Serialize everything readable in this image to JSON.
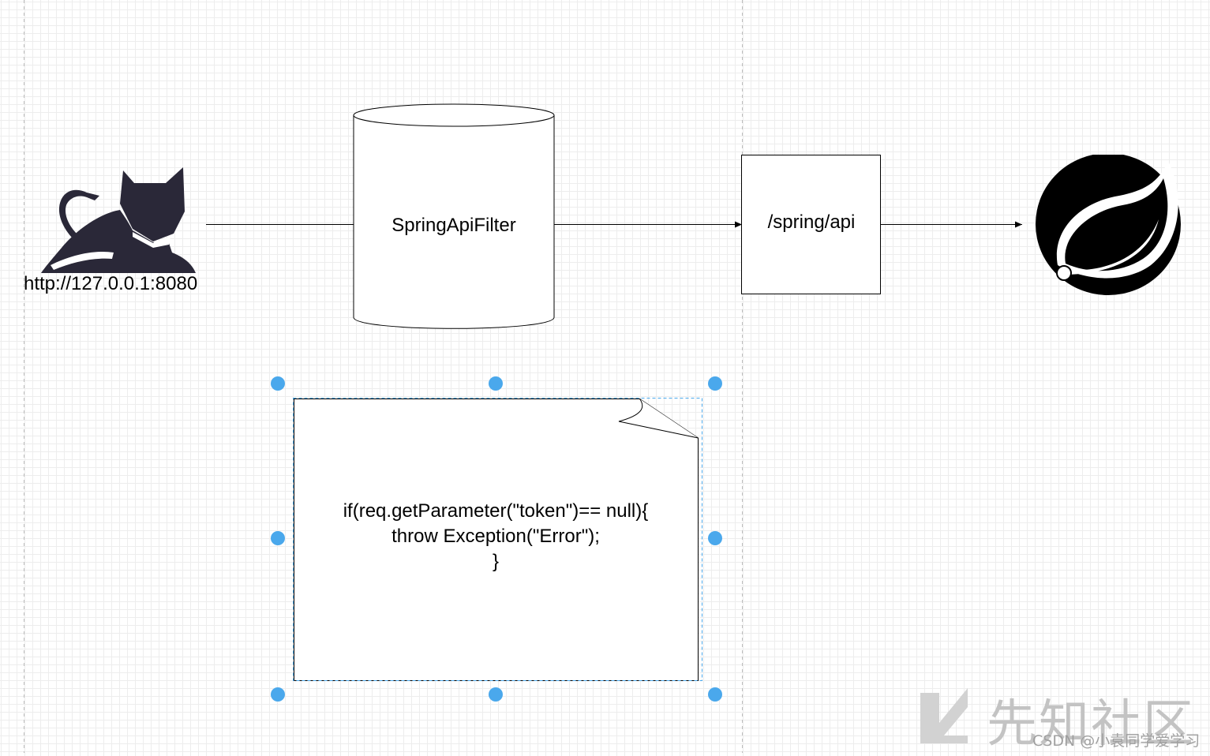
{
  "tomcat": {
    "label": "http://127.0.0.1:8080",
    "icon": "tomcat-cat-icon"
  },
  "filter": {
    "label": "SpringApiFilter",
    "shape": "cylinder"
  },
  "endpoint": {
    "label": "/spring/api",
    "shape": "rectangle"
  },
  "spring": {
    "icon": "spring-leaf-logo-icon"
  },
  "note": {
    "text": "if(req.getParameter(\"token\")== null){\nthrow Exception(\"Error\");\n}",
    "selected": true,
    "shape": "note"
  },
  "watermark": {
    "text": "先知社区",
    "credit": "CSDN @小袁同学爱学习"
  },
  "colors": {
    "selection": "#4aa8ec",
    "tomcat": "#2a2838",
    "spring": "#000000",
    "grid": "#dadada"
  }
}
